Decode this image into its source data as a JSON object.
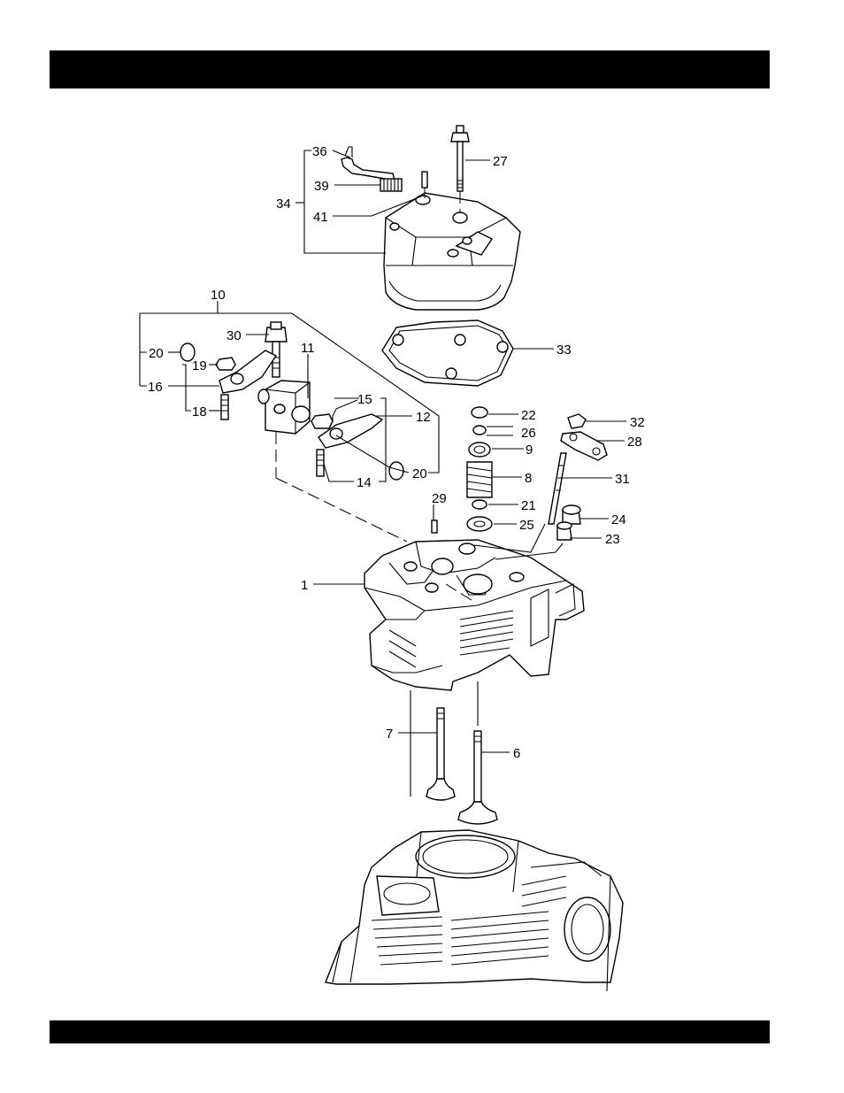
{
  "header": {
    "title": ""
  },
  "footer": {
    "text": ""
  },
  "diagram": {
    "callouts": [
      {
        "id": "36",
        "label": "36"
      },
      {
        "id": "39",
        "label": "39"
      },
      {
        "id": "41",
        "label": "41"
      },
      {
        "id": "34",
        "label": "34"
      },
      {
        "id": "27",
        "label": "27"
      },
      {
        "id": "10",
        "label": "10"
      },
      {
        "id": "30",
        "label": "30"
      },
      {
        "id": "11",
        "label": "11"
      },
      {
        "id": "33",
        "label": "33"
      },
      {
        "id": "20a",
        "label": "20"
      },
      {
        "id": "19",
        "label": "19"
      },
      {
        "id": "16",
        "label": "16"
      },
      {
        "id": "18",
        "label": "18"
      },
      {
        "id": "15",
        "label": "15"
      },
      {
        "id": "12",
        "label": "12"
      },
      {
        "id": "20b",
        "label": "20"
      },
      {
        "id": "14",
        "label": "14"
      },
      {
        "id": "22",
        "label": "22"
      },
      {
        "id": "26",
        "label": "26"
      },
      {
        "id": "9",
        "label": "9"
      },
      {
        "id": "8",
        "label": "8"
      },
      {
        "id": "21",
        "label": "21"
      },
      {
        "id": "25",
        "label": "25"
      },
      {
        "id": "29",
        "label": "29"
      },
      {
        "id": "32",
        "label": "32"
      },
      {
        "id": "28",
        "label": "28"
      },
      {
        "id": "31",
        "label": "31"
      },
      {
        "id": "24",
        "label": "24"
      },
      {
        "id": "23",
        "label": "23"
      },
      {
        "id": "1",
        "label": "1"
      },
      {
        "id": "7",
        "label": "7"
      },
      {
        "id": "6",
        "label": "6"
      }
    ]
  }
}
